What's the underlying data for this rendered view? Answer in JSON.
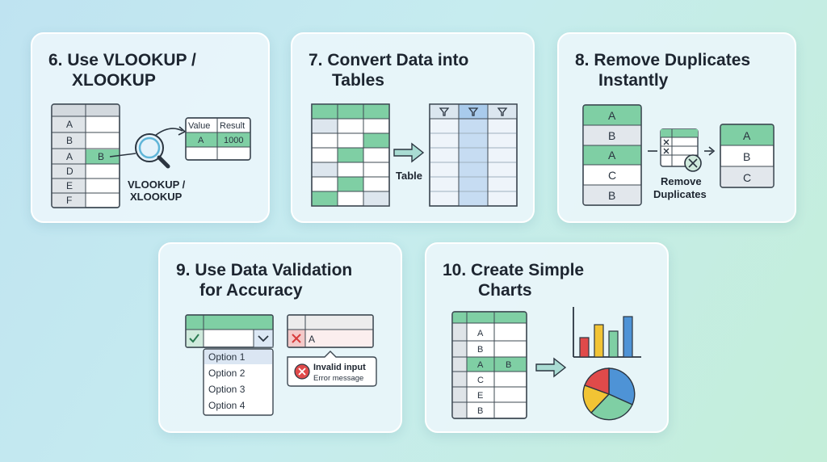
{
  "colors": {
    "green": "#7fcfa4",
    "green_dark": "#3f9a6a",
    "blue_light": "#cfe4f4",
    "blue_col": "#a9cbec",
    "red": "#e04a4a",
    "grid_line": "#3d4852"
  },
  "cards": {
    "vlookup": {
      "title_line1": "6. Use VLOOKUP /",
      "title_line2": "XLOOKUP",
      "rows": [
        "A",
        "B",
        "A",
        "D",
        "E",
        "F"
      ],
      "match_value": "B",
      "result_headers": [
        "Value",
        "Result"
      ],
      "result_row": [
        "A",
        "1000"
      ],
      "caption_line1": "VLOOKUP /",
      "caption_line2": "XLOOKUP",
      "icon": "magnifier-icon"
    },
    "tables": {
      "title_line1": "7. Convert Data into",
      "title_line2": "Tables",
      "arrow_label": "Table",
      "icon": "filter-icon"
    },
    "duplicates": {
      "title_line1": "8. Remove Duplicates",
      "title_line2": "Instantly",
      "input_values": [
        "A",
        "B",
        "A",
        "C",
        "B"
      ],
      "output_values": [
        "A",
        "B",
        "C"
      ],
      "caption_line1": "Remove",
      "caption_line2": "Duplicates",
      "icon": "remove-duplicates-icon"
    },
    "validation": {
      "title_line1": "9. Use Data Validation",
      "title_line2": "for Accuracy",
      "options": [
        "Option 1",
        "Option 2",
        "Option 3",
        "Option 4"
      ],
      "invalid_value": "A",
      "error_title": "Invalid input",
      "error_message": "Error message",
      "icon": "error-icon"
    },
    "charts": {
      "title_line1": "10. Create Simple",
      "title_line2": "Charts",
      "rows": [
        "A",
        "B",
        "A",
        "C",
        "E",
        "B"
      ],
      "highlight_value": "B",
      "icon": "chart-icon"
    }
  }
}
